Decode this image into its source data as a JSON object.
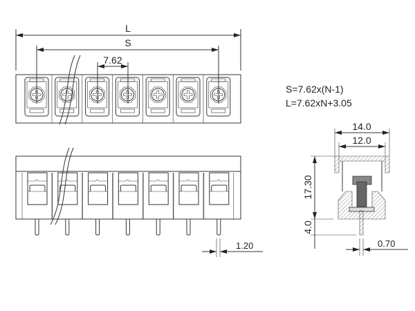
{
  "dimensions": {
    "overall_length": "L",
    "span": "S",
    "pitch": "7.62",
    "pin_width": "1.20",
    "depth_outer": "14.0",
    "depth_inner": "12.0",
    "body_height": "17.30",
    "pin_length": "4.0",
    "pin_thickness": "0.70"
  },
  "formulas": {
    "s_formula": "S=7.62x(N-1)",
    "l_formula": "L=7.62xN+3.05"
  },
  "pole_count": 7
}
